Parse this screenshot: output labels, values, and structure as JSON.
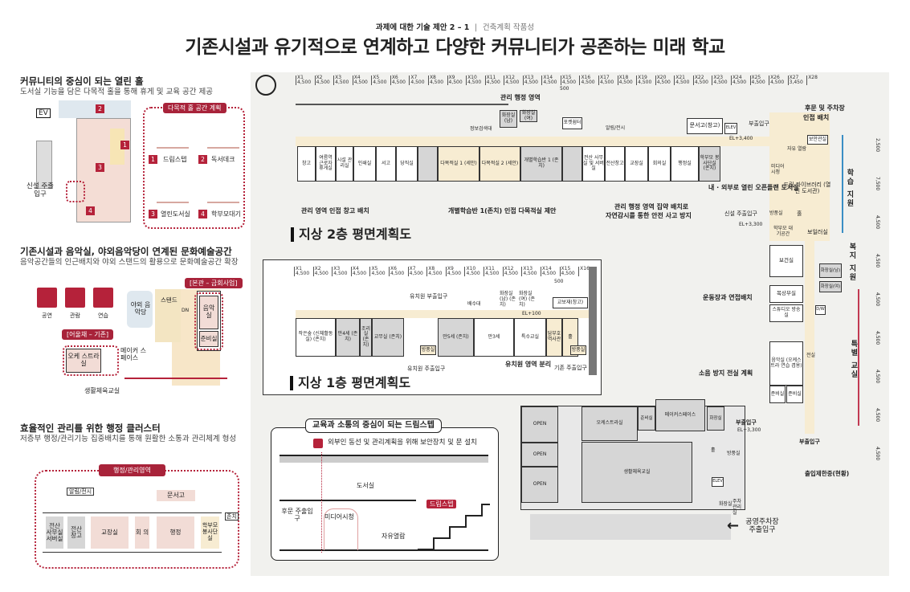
{
  "header": {
    "subtitle_main": "과제에 대한 기술 제안 2 – 1",
    "separator": "|",
    "subtitle_category": "건축계획 작품성",
    "title": "기존시설과 유기적으로 연계하고 다양한 커뮤니티가 공존하는 미래 학교"
  },
  "section_hall": {
    "title": "커뮤니티의 중심이 되는 열린 홀",
    "subtitle": "도서실 기능을 담은 다목적 홀을 통해 휴게 및 교육 공간 제공",
    "ev": "EV",
    "entrance": "신설 주출입구",
    "legend_title": "다목적 홀 공간 계획",
    "legend": [
      {
        "num": "1",
        "label": "드림스텝"
      },
      {
        "num": "2",
        "label": "독서데크"
      },
      {
        "num": "3",
        "label": "열린도서실"
      },
      {
        "num": "4",
        "label": "학부모대기"
      }
    ]
  },
  "section_music": {
    "title": "기존시설과 음악실, 야외음악당이 연계된 문화예술공간",
    "subtitle": "음악공간들의 인근배치와 야외 스탠드의 활용으로 문화예술공간 확장",
    "icons": [
      {
        "icon": "performance-icon",
        "label": "공연"
      },
      {
        "icon": "audience-icon",
        "label": "관람"
      },
      {
        "icon": "practice-icon",
        "label": "연습"
      }
    ],
    "tag_main": "[본관 – 금회사업]",
    "tag_annex": "[어울채 – 기존]",
    "outdoor_hall": "야외 음악당",
    "stand": "스탠드",
    "dn": "DN",
    "music_room": "음악실",
    "prep_room": "준비실",
    "orchestra_room": "오케 스트라실",
    "maker_space": "메이커 스페이스",
    "gym": "생활체육교실"
  },
  "section_admin": {
    "title": "효율적인 관리를 위한 행정 클러스터",
    "subtitle": "저층부 행정/관리기능 집중배치를 통해 원활한 소통과 관리체계 형성",
    "tag": "행정/관리영역",
    "notice": "알림/전시",
    "archive": "문서고",
    "existing": "존치",
    "rooms": [
      "전산 사무실 서버실",
      "전산 창고",
      "교장실",
      "회 의",
      "행정",
      "학부모 봉사단실"
    ]
  },
  "floor2": {
    "title": "지상 2층 평면계획도",
    "grid_labels": [
      "X1",
      "X2",
      "X3",
      "X4",
      "X5",
      "X6",
      "X7",
      "X8",
      "X9",
      "X10",
      "X11",
      "X12",
      "X13",
      "X14",
      "X15",
      "X16",
      "X17",
      "X18",
      "X19",
      "X20",
      "X21",
      "X22",
      "X23",
      "X24",
      "X25",
      "X26",
      "X27",
      "X28"
    ],
    "spacings": [
      "4,500",
      "4,500",
      "4,500",
      "4,500",
      "4,500",
      "4,500",
      "4,500",
      "4,500",
      "4,500",
      "4,500",
      "4,500",
      "4,500",
      "4,500",
      "4,500",
      "4,500",
      "4,500",
      "4,500",
      "4,500",
      "4,500",
      "4,500",
      "4,500",
      "4,500",
      "4,500",
      "4,500",
      "4,500",
      "4,500",
      "3,450"
    ],
    "dim_500": "500",
    "zone_label": "관리 행정 영역",
    "rooms": [
      "창고",
      "여름역 근로자 휴게실",
      "시설 관리실",
      "인쇄실",
      "서고",
      "당직실",
      "다목적실 1 (세안)",
      "다목적실 2 (세안)",
      "개별학습반 1 (존치)",
      "전산 사무실 및 서버실",
      "전산창고",
      "교장실",
      "회의실",
      "행정실",
      "학부모 봉사단실 (존치)"
    ],
    "upper_rooms": [
      "정보검색대",
      "화장실 (남)",
      "화장실 (여)",
      "포켓쉼터",
      "알림/전시",
      "문서고(창고)",
      "ELEV",
      "부출입구",
      "보안관실",
      "자유 열람",
      "미디어 시청",
      "드림 라이브러리 (열린 도서관)",
      "신설 주출입구",
      "방풍실",
      "홀",
      "학부모 대기공간",
      "보일러실"
    ],
    "elevation_1": "EL+3,400",
    "elevation_2": "EL+3,300",
    "notes": [
      "관리 영역 인접 창고 배치",
      "개별학습반 1(존치) 인접 다목적실 제안",
      "내 · 외부로 열린 오픈플랜 도서실",
      "관리 행정 영역 집약 배치로",
      "자연감시를 통한 안전 사고 방지",
      "후문 및 주차장",
      "인접 배치"
    ]
  },
  "floor1": {
    "title": "지상 1층 평면계획도",
    "grid_labels": [
      "X1",
      "X2",
      "X3",
      "X4",
      "X5",
      "X6",
      "X7",
      "X8",
      "X9",
      "X10",
      "X11",
      "X12",
      "X13",
      "X14",
      "X15",
      "X16"
    ],
    "spacings": [
      "4,500",
      "4,500",
      "4,500",
      "4,500",
      "4,500",
      "4,500",
      "4,500",
      "4,500",
      "4,500",
      "4,500",
      "4,500",
      "4,500",
      "4,500",
      "4,500",
      "4,500"
    ],
    "dim_500": "500",
    "rooms": [
      "작은숲 (신체활동실) (존치)",
      "만4세 (존치)",
      "조리실 (존치)",
      "교무실 (존치)",
      "만5세 (존치)",
      "만3세",
      "특수교실",
      "담부호 역사관",
      "홀",
      "방풍실",
      "방풍실",
      "화장실(남) (존치)",
      "화장실(여) (존치)",
      "교보재(창고)",
      "배수대"
    ],
    "elevation": "EL+100",
    "labels": [
      "유치원 부출입구",
      "유치원 주출입구",
      "유치원 영역 분리",
      "기존 주출입구"
    ]
  },
  "dream_step": {
    "title": "교육과 소통의 중심이 되는 드림스텝",
    "lock_note": "외부인 동선 및 관리계획을 위해 보안장치 및 문 설치",
    "library": "도서실",
    "back_entrance": "후문 주출입구",
    "media": "미디어시청",
    "reading": "자유열람",
    "dream_step": "드림스텝"
  },
  "east_wing": {
    "zones": [
      "학습 지원",
      "복지 지원",
      "특별 교실"
    ],
    "rooms": [
      "보건실",
      "목상부실",
      "스튜디오 방송실",
      "음악실 (오케스트라 연습 겸용)",
      "준비실",
      "준비실",
      "화장실(남)",
      "화장실(여)",
      "전실",
      "D/W"
    ],
    "notes": [
      "운동장과 연접배치",
      "소음 방지 전실 계획"
    ],
    "dims": [
      "2,500",
      "7,500",
      "4,500",
      "4,500",
      "4,500",
      "4,500",
      "4,500",
      "4,500",
      "4,500"
    ]
  },
  "annex": {
    "rooms": [
      "OPEN",
      "OPEN",
      "OPEN",
      "오케스트라실",
      "준비실",
      "메이커스페이스",
      "화장실",
      "생활체육교실",
      "홀",
      "방풍실",
      "ELEV",
      "화장실",
      "주차 관리실"
    ],
    "side_entrance_1": "부출입구",
    "side_entrance_2": "부출입구",
    "restricted": "출입제한중(현황)",
    "parking": "공영주차장 주출입구",
    "elevation": "EL+3,300"
  },
  "colors": {
    "accent": "#b5223a",
    "corridor": "#f7ecd2",
    "learning_support": "#3a8ec4",
    "special_class": "#c23a52"
  }
}
